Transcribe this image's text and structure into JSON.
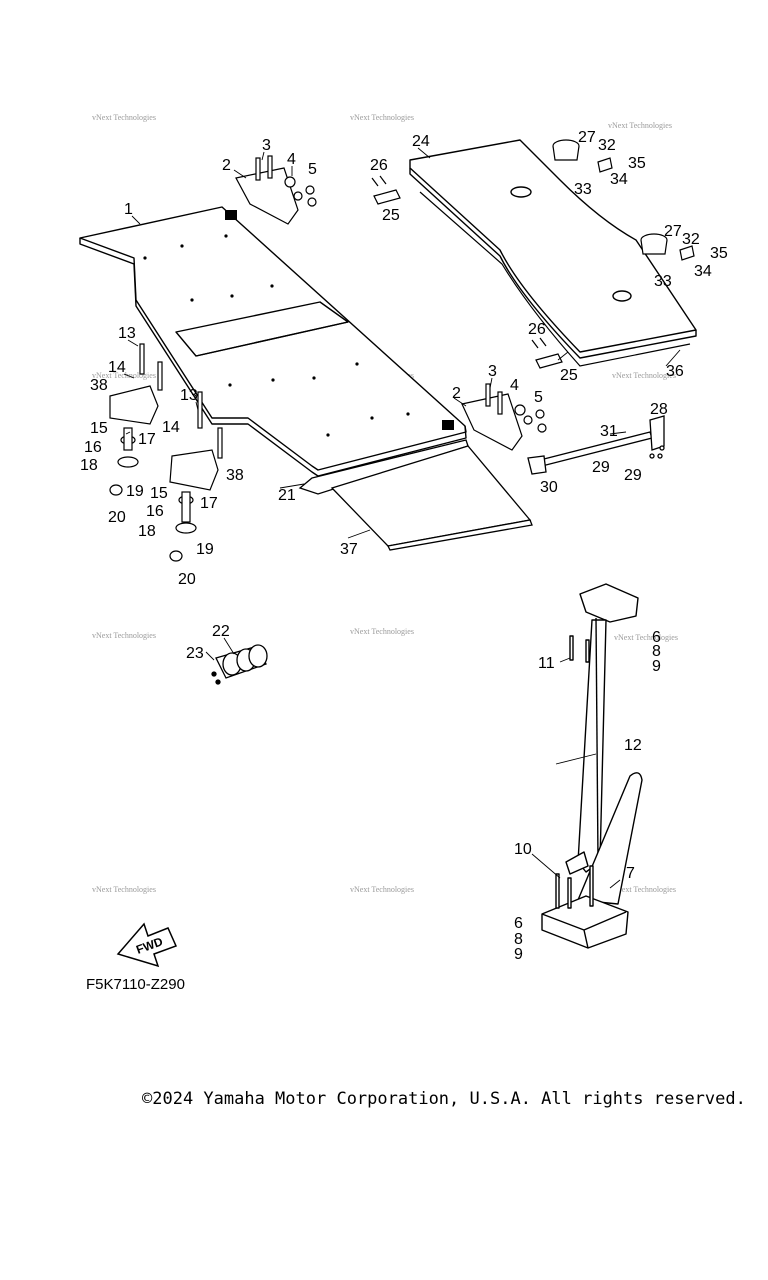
{
  "diagram": {
    "part_code": "F5K7110-Z290",
    "copyright": "©2024 Yamaha Motor Corporation, U.S.A. All rights reserved.",
    "fwd_label": "FWD",
    "watermark": "vNext Technologies",
    "callouts": {
      "c1": "1",
      "c2a": "2",
      "c2b": "2",
      "c3a": "3",
      "c3b": "3",
      "c4a": "4",
      "c4b": "4",
      "c5a": "5",
      "c5b": "5",
      "c6a": "6",
      "c6b": "6",
      "c7": "7",
      "c8a": "8",
      "c8b": "8",
      "c9a": "9",
      "c9b": "9",
      "c10": "10",
      "c11": "11",
      "c12": "12",
      "c13a": "13",
      "c13b": "13",
      "c14a": "14",
      "c14b": "14",
      "c15a": "15",
      "c15b": "15",
      "c16a": "16",
      "c16b": "16",
      "c17a": "17",
      "c17b": "17",
      "c18a": "18",
      "c18b": "18",
      "c19a": "19",
      "c19b": "19",
      "c20a": "20",
      "c20b": "20",
      "c21": "21",
      "c22": "22",
      "c23": "23",
      "c24": "24",
      "c25a": "25",
      "c25b": "25",
      "c26a": "26",
      "c26b": "26",
      "c27a": "27",
      "c27b": "27",
      "c28": "28",
      "c29a": "29",
      "c29b": "29",
      "c30": "30",
      "c31": "31",
      "c32a": "32",
      "c32b": "32",
      "c33a": "33",
      "c33b": "33",
      "c34a": "34",
      "c34b": "34",
      "c35a": "35",
      "c35b": "35",
      "c36": "36",
      "c37": "37",
      "c38a": "38",
      "c38b": "38"
    }
  }
}
